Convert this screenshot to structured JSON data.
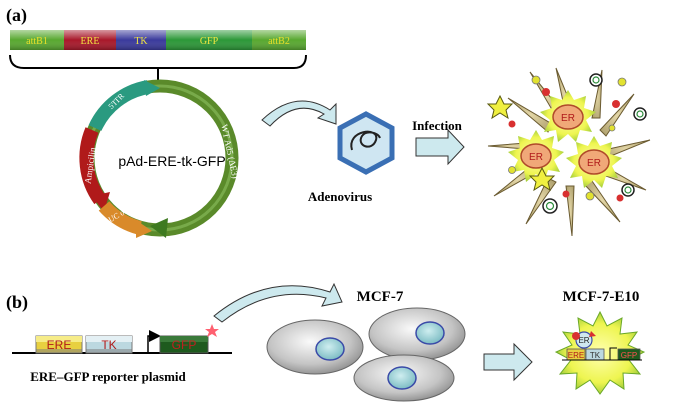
{
  "panel_a": {
    "label": "(a)",
    "cassette": [
      "attB1",
      "ERE",
      "TK",
      "GFP",
      "attB2"
    ],
    "plasmid_name": "pAd-ERE-tk-GFP",
    "plasmid_segments": [
      "5'ITR",
      "Ampicilin",
      "pUC ori",
      "WT Ad5 (ΔE3)"
    ],
    "virus_label": "Adenovirus",
    "infection_label": "Infection",
    "er_label": "ER"
  },
  "panel_b": {
    "label": "(b)",
    "reporter_elements": [
      "ERE",
      "TK",
      "GFP"
    ],
    "reporter_label": "ERE–GFP reporter plasmid",
    "cell_line": "MCF-7",
    "engineered_line": "MCF-7-E10",
    "er_label": "ER",
    "mini_construct": [
      "ERE",
      "TK",
      "GFP"
    ]
  },
  "colors": {
    "attb": "#4a9a2a",
    "ere": "#b01a2a",
    "tk": "#3f3fa8",
    "gfp": "#2e9a3a",
    "plasmid_green": "#5a8a2a",
    "virus_blue": "#3a6fb4",
    "arrow_fill": "#cde9ee",
    "burst_yellow": "#f2f55a"
  }
}
